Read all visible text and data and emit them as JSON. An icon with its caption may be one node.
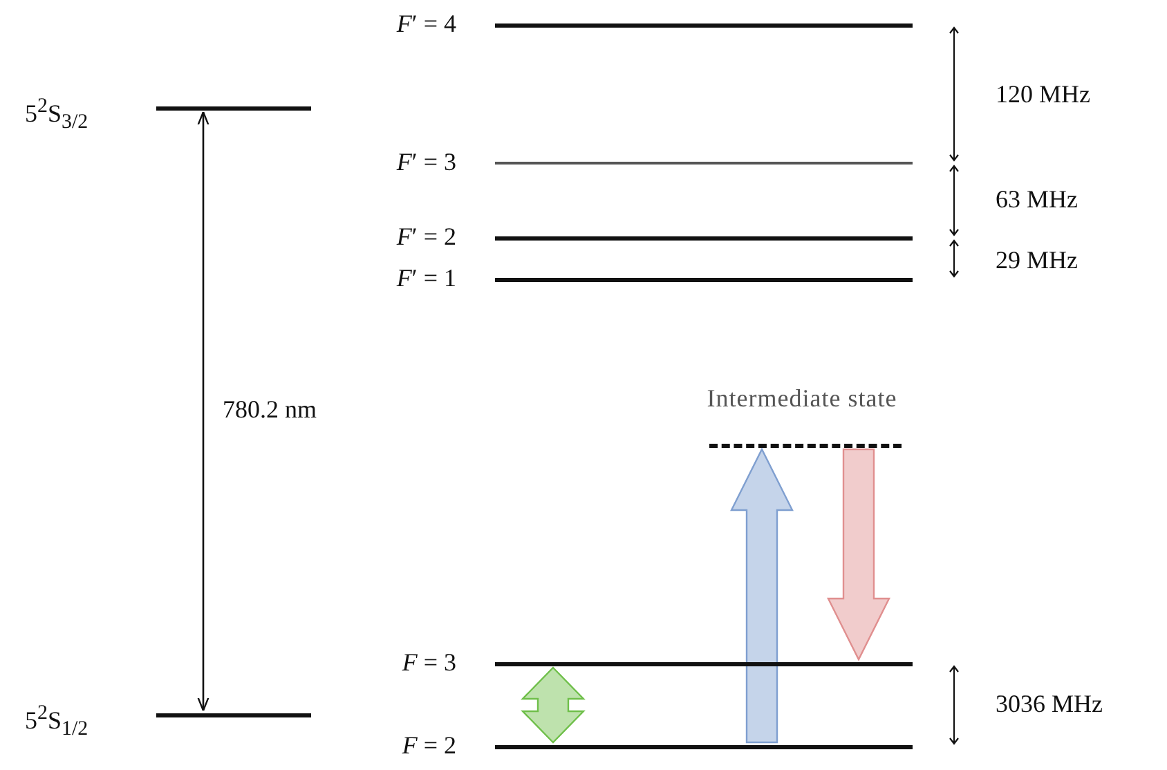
{
  "diagram": {
    "nodes": [
      {
        "text": [
          "5$^{2}$S$_{3/2}$"
        ]
      },
      {
        "text": [
          "5$^{2}$S$_{1/2}$"
        ]
      },
      {
        "text": [
          "*F*′ = 4"
        ]
      },
      {
        "text": [
          "*F*′ = 3"
        ]
      },
      {
        "text": [
          "*F*′ = 2"
        ]
      },
      {
        "text": [
          "*F*′ = 1"
        ]
      },
      {
        "text": [
          "Intermediate state"
        ]
      },
      {
        "text": [
          "*F* = 3"
        ]
      },
      {
        "text": [
          "*F* = 2"
        ]
      }
    ],
    "edges": [
      {
        "from": 0,
        "to": 1,
        "arrow": "both",
        "label": "780.2 nm"
      },
      {
        "from": 8,
        "to": 6,
        "arrow": "to",
        "style": "thick",
        "color": "#7f9fd0"
      },
      {
        "from": 6,
        "to": 7,
        "arrow": "to",
        "style": "thick",
        "color": "#e08f8f"
      },
      {
        "from": 7,
        "to": 8,
        "arrow": "both",
        "style": "thick",
        "color": "#6fbf4a"
      }
    ],
    "labels": [
      "120 MHz",
      "63 MHz",
      "29 MHz",
      "3036 MHz"
    ]
  }
}
